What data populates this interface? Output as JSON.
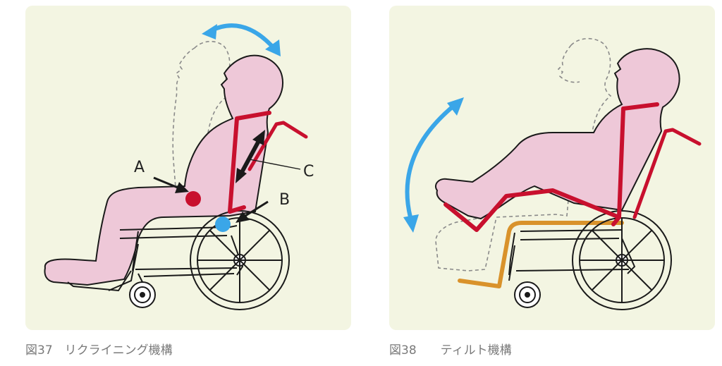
{
  "figures": [
    {
      "caption": "図37　リクライニング機構",
      "labels": {
        "a": "A",
        "b": "B",
        "c": "C"
      }
    },
    {
      "caption": "図38　　ティルト機構"
    }
  ],
  "colors": {
    "panel_background": "#f3f5e2",
    "body_fill": "#eec8d8",
    "frame_red": "#c8102e",
    "arrow_blue": "#3aa6e8",
    "base_orange": "#d9922b",
    "marker_red": "#c8102e",
    "marker_blue": "#3aa6e8"
  }
}
